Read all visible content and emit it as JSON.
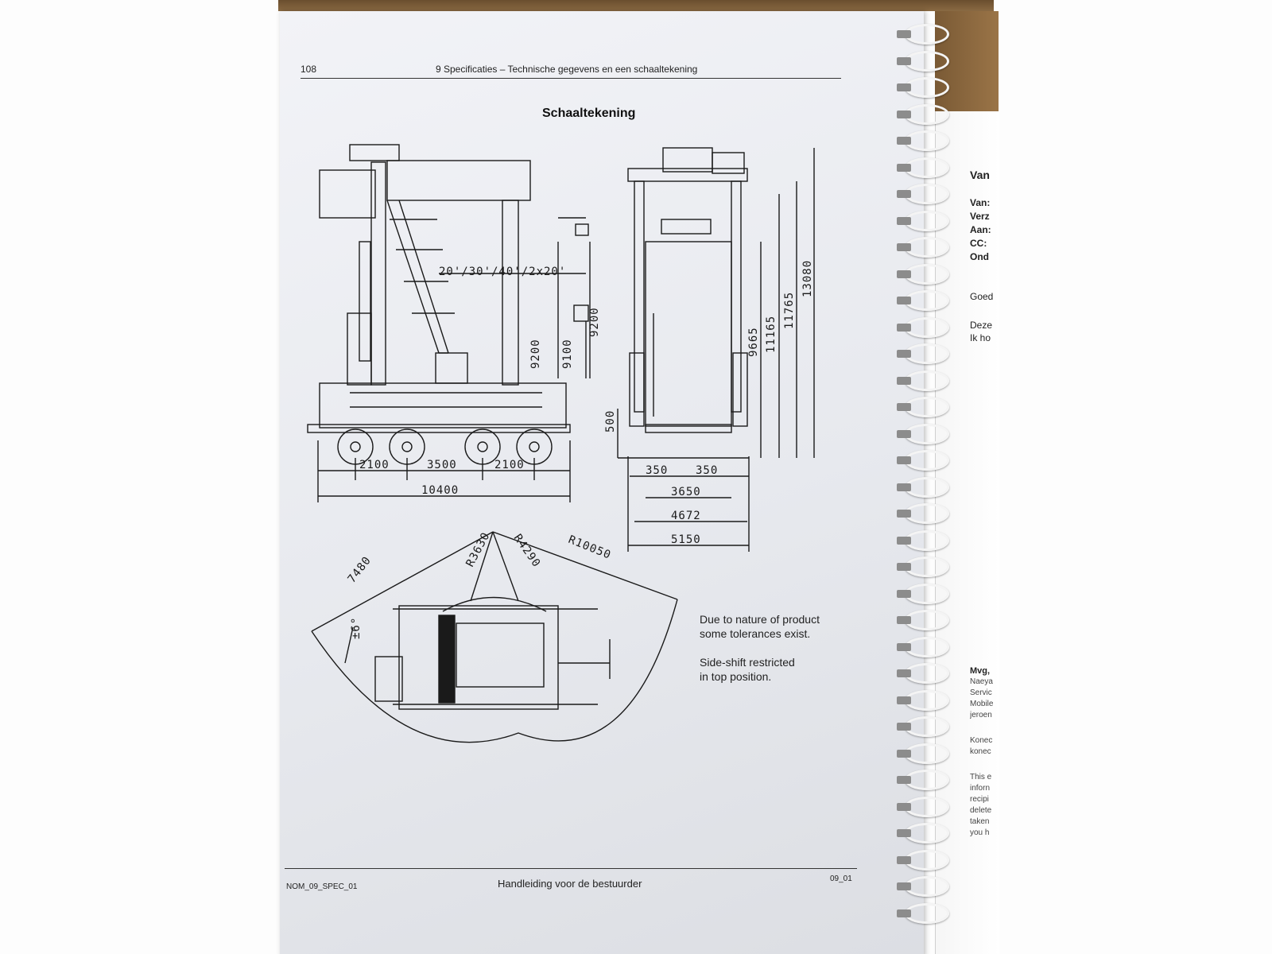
{
  "header": {
    "page_number": "108",
    "chapter": "9 Specificaties – Technische gegevens en een schaaltekening"
  },
  "drawing": {
    "title": "Schaaltekening",
    "side_view": {
      "container_sizes": "20'/30'/40'/2x20'",
      "vertical_dims": [
        "9200",
        "9100",
        "9200"
      ],
      "axle_spacings": [
        "2100",
        "3500",
        "2100"
      ],
      "overall_length": "10400"
    },
    "front_view": {
      "heights": [
        "500",
        "9665",
        "11165",
        "11765",
        "13080"
      ],
      "small_widths": [
        "350",
        "350"
      ],
      "widths": [
        "3650",
        "4672",
        "5150"
      ]
    },
    "top_view": {
      "radii": [
        "R3630",
        "R4290",
        "R10050"
      ],
      "length_label": "7480",
      "angle_label": "±6°"
    },
    "notes": [
      "Due to nature of product",
      "some tolerances exist.",
      "Side-shift restricted",
      "in top position."
    ]
  },
  "footer": {
    "doc_code": "NOM_09_SPEC_01",
    "manual_title": "Handleiding voor de bestuurder",
    "revision": "09_01"
  },
  "adjacent_page_fragments": {
    "heading": "Van",
    "fields": [
      "Van:",
      "Verz",
      "Aan:",
      "CC:",
      "Ond"
    ],
    "lines": [
      "Goed",
      "Deze",
      "Ik ho"
    ],
    "signature_lines": [
      "Mvg,",
      "Naeya",
      "Servic",
      "Mobile",
      "jeroen"
    ],
    "footer_lines": [
      "Konec",
      "konec",
      "This e",
      "inforn",
      "recipi",
      "delete",
      "taken",
      "you h"
    ]
  },
  "colors": {
    "page": "#e9ebef",
    "ink": "#1a1a1a",
    "wood": "#7a5a35",
    "spiral_wire": "#f4f4f4"
  }
}
